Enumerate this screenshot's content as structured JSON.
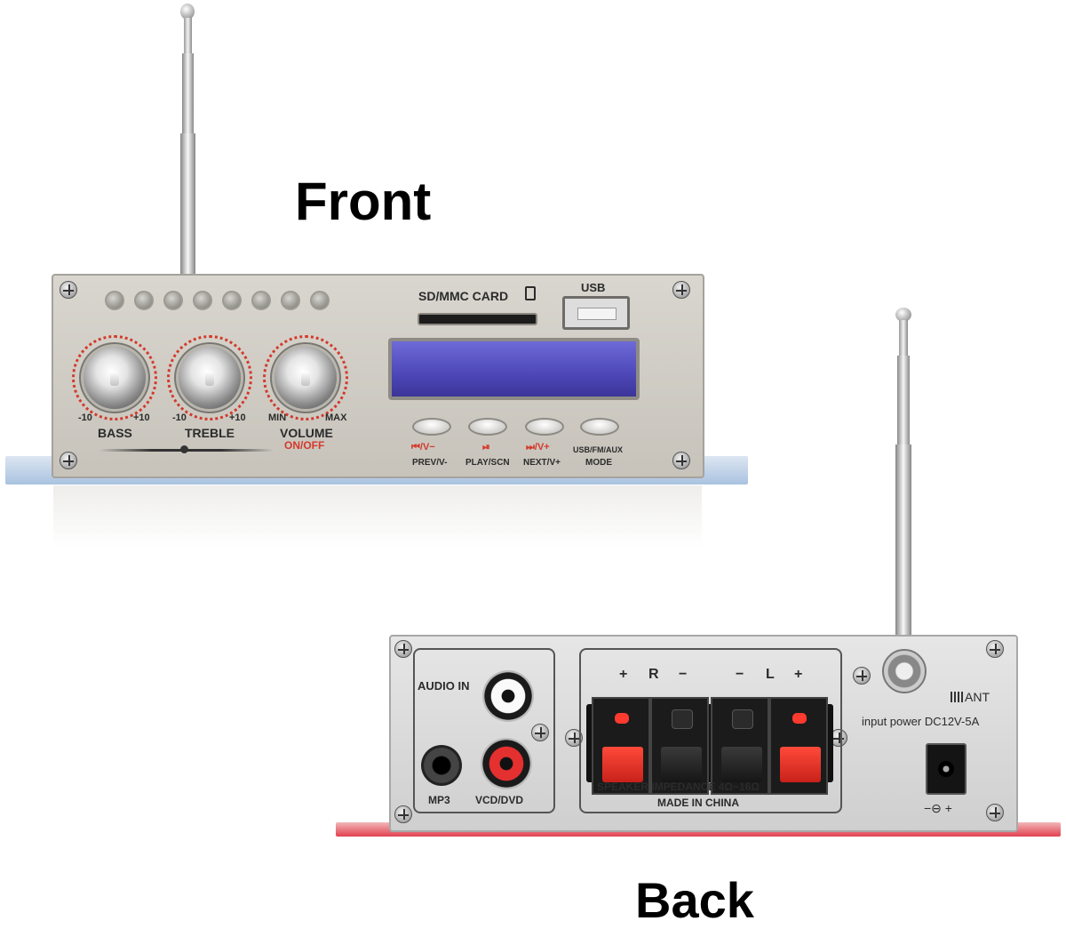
{
  "headings": {
    "front": "Front",
    "back": "Back"
  },
  "front_panel": {
    "card_slot_label": "SD/MMC CARD",
    "usb_label": "USB",
    "knobs": [
      {
        "name": "BASS",
        "min": "-10",
        "max": "+10"
      },
      {
        "name": "TREBLE",
        "min": "-10",
        "max": "+10"
      },
      {
        "name": "VOLUME",
        "min": "MIN",
        "max": "MAX",
        "sub": "ON/OFF"
      }
    ],
    "buttons": [
      {
        "icon": "⏮/V−",
        "label": "PREV/V-"
      },
      {
        "icon": "⏯",
        "label": "PLAY/SCN"
      },
      {
        "icon": "⏭/V+",
        "label": "NEXT/V+"
      },
      {
        "icon": "USB/FM/AUX",
        "label": "MODE"
      }
    ],
    "led_count": 8,
    "accent_color": "#d33a2c",
    "lcd_color": "#5b55c8"
  },
  "back_panel": {
    "audio_in_label": "AUDIO IN",
    "mp3_label": "MP3",
    "vcd_label": "VCD/DVD",
    "channel_right": {
      "plus": "+",
      "letter": "R",
      "minus": "−"
    },
    "channel_left": {
      "minus": "−",
      "letter": "L",
      "plus": "+"
    },
    "impedance_label": "SPEAKER IMPEDANCE 4Ω−16Ω",
    "made_in_label": "MADE IN CHINA",
    "ant_label": "ANT",
    "power_label": "input power DC12V-5A",
    "polarity_label": "−⊖ +"
  }
}
